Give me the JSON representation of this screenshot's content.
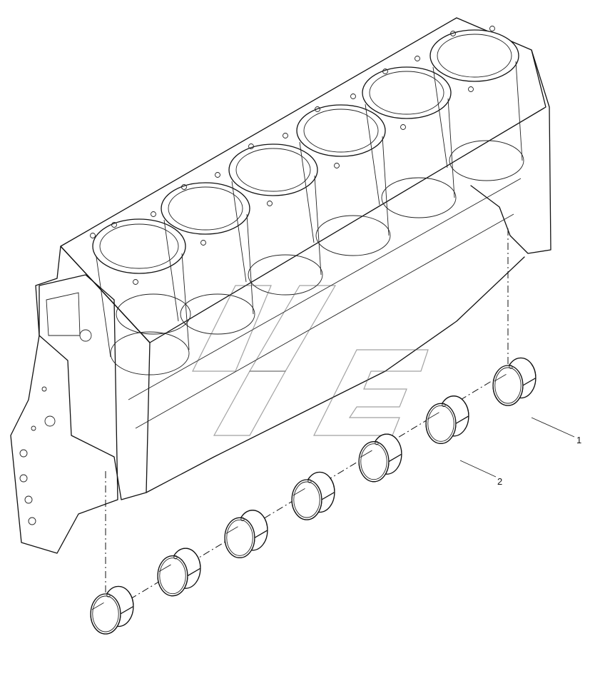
{
  "diagram": {
    "callouts": [
      {
        "id": "1",
        "label": "1"
      },
      {
        "id": "2",
        "label": "2"
      }
    ],
    "bearing_count": 7,
    "cylinder_count": 6
  }
}
